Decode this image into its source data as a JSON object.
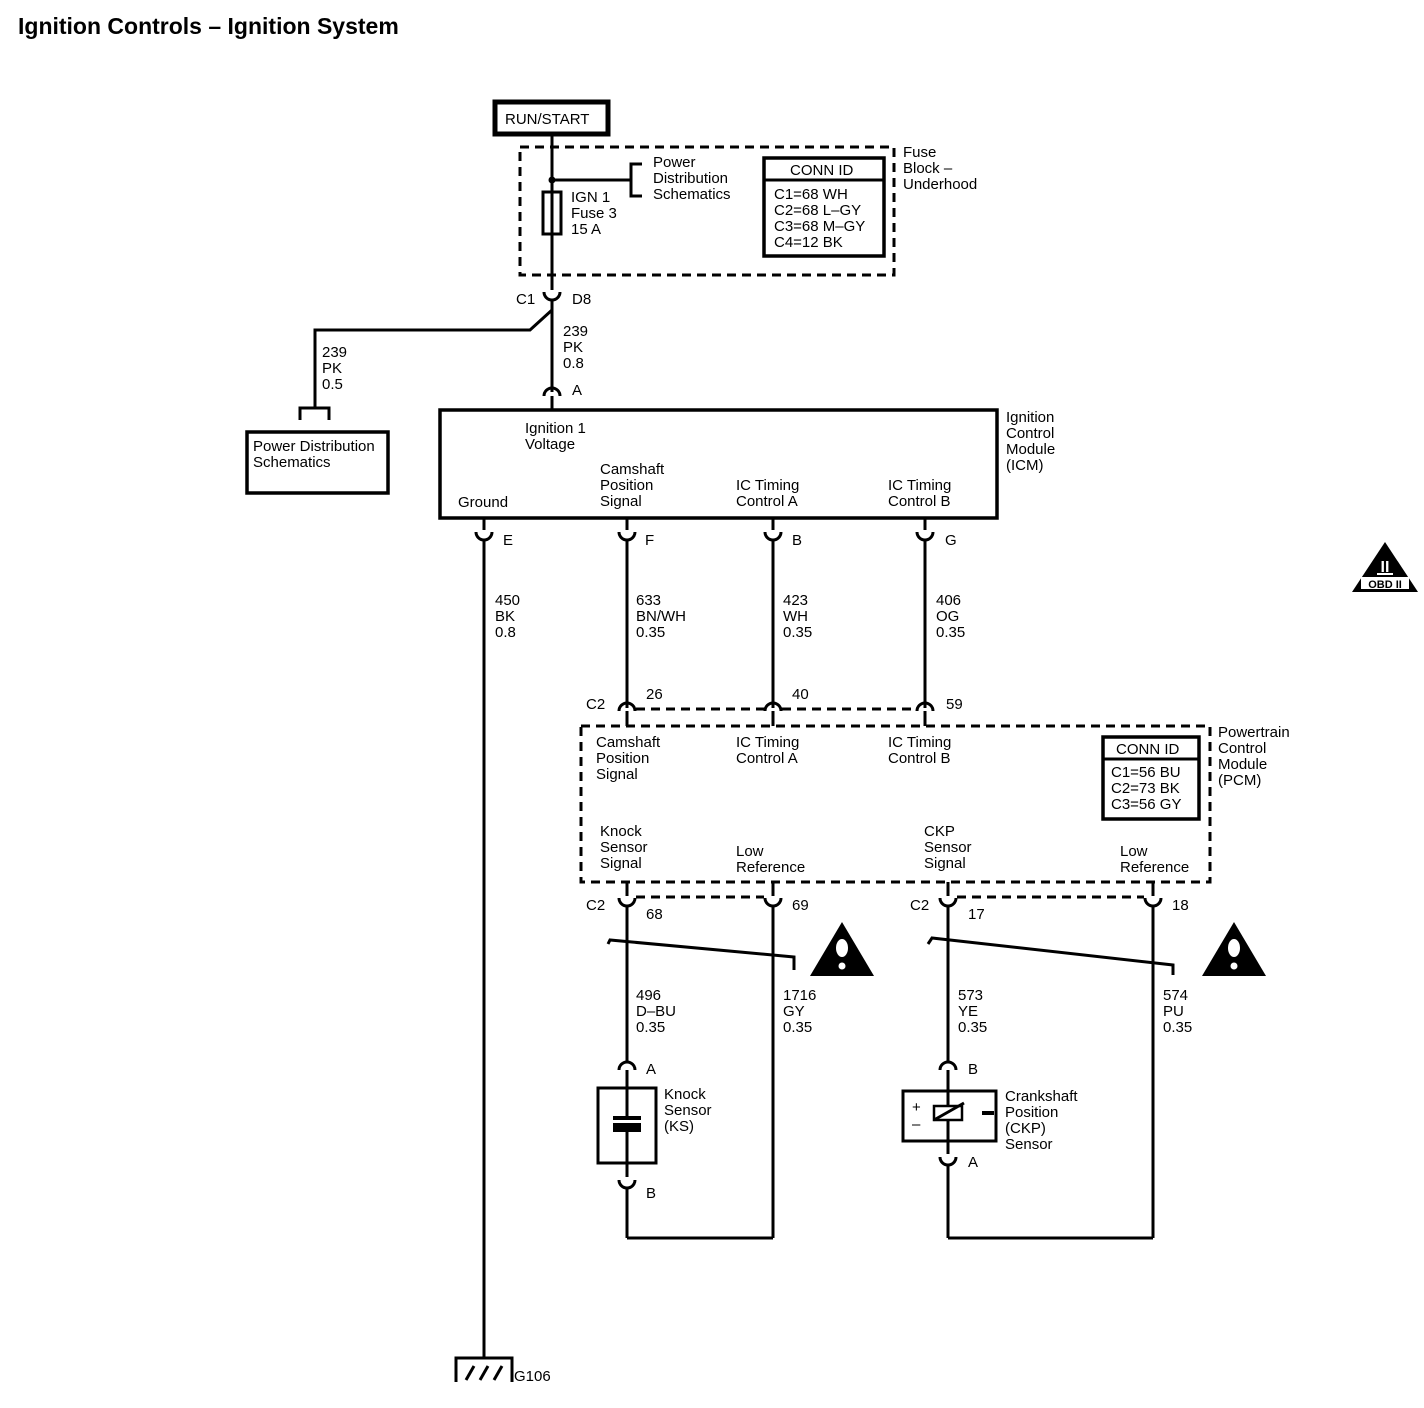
{
  "title": "Ignition Controls – Ignition System",
  "run_start": "RUN/START",
  "fuse_block": {
    "label": [
      "Fuse",
      "Block –",
      "Underhood"
    ],
    "fuse": [
      "IGN 1",
      "Fuse 3",
      "15 A"
    ],
    "pds_ref": [
      "Power",
      "Distribution",
      "Schematics"
    ],
    "conn_header": "CONN ID",
    "conn": [
      "C1=68 WH",
      "C2=68 L–GY",
      "C3=68 M–GY",
      "C4=12 BK"
    ],
    "conn_c1": "C1",
    "conn_d8": "D8"
  },
  "pds_box": [
    "Power Distribution",
    "Schematics"
  ],
  "wires": {
    "w239_main": [
      "239",
      "PK",
      "0.8"
    ],
    "w239_branch": [
      "239",
      "PK",
      "0.5"
    ],
    "w450": [
      "450",
      "BK",
      "0.8"
    ],
    "w633": [
      "633",
      "BN/WH",
      "0.35"
    ],
    "w423": [
      "423",
      "WH",
      "0.35"
    ],
    "w406": [
      "406",
      "OG",
      "0.35"
    ],
    "w496": [
      "496",
      "D–BU",
      "0.35"
    ],
    "w1716": [
      "1716",
      "GY",
      "0.35"
    ],
    "w573": [
      "573",
      "YE",
      "0.35"
    ],
    "w574": [
      "574",
      "PU",
      "0.35"
    ]
  },
  "icm": {
    "label": [
      "Ignition",
      "Control",
      "Module",
      "(ICM)"
    ],
    "ign_voltage": [
      "Ignition 1",
      "Voltage"
    ],
    "ground": "Ground",
    "cmp": [
      "Camshaft",
      "Position",
      "Signal"
    ],
    "ic_a": [
      "IC Timing",
      "Control A"
    ],
    "ic_b": [
      "IC Timing",
      "Control B"
    ],
    "pin_a": "A",
    "pin_e": "E",
    "pin_f": "F",
    "pin_b": "B",
    "pin_g": "G"
  },
  "pcm": {
    "label": [
      "Powertrain",
      "Control",
      "Module",
      "(PCM)"
    ],
    "cmp": [
      "Camshaft",
      "Position",
      "Signal"
    ],
    "ic_a": [
      "IC Timing",
      "Control A"
    ],
    "ic_b": [
      "IC Timing",
      "Control B"
    ],
    "knock": [
      "Knock",
      "Sensor",
      "Signal"
    ],
    "low_ref1": [
      "Low",
      "Reference"
    ],
    "ckp": [
      "CKP",
      "Sensor",
      "Signal"
    ],
    "low_ref2": [
      "Low",
      "Reference"
    ],
    "conn_header": "CONN ID",
    "conn": [
      "C1=56 BU",
      "C2=73 BK",
      "C3=56 GY"
    ],
    "c2": "C2",
    "pins_top": [
      "26",
      "40",
      "59"
    ],
    "pins_bottom": [
      "68",
      "69",
      "17",
      "18"
    ]
  },
  "knock_sensor": {
    "label": [
      "Knock",
      "Sensor",
      "(KS)"
    ],
    "pin_a": "A",
    "pin_b": "B"
  },
  "ckp_sensor": {
    "label": [
      "Crankshaft",
      "Position",
      "(CKP)",
      "Sensor"
    ],
    "pin_a": "A",
    "pin_b": "B",
    "plus": "+",
    "minus": "–"
  },
  "ground": "G106",
  "obd": {
    "roman": "II",
    "label": "OBD II"
  }
}
